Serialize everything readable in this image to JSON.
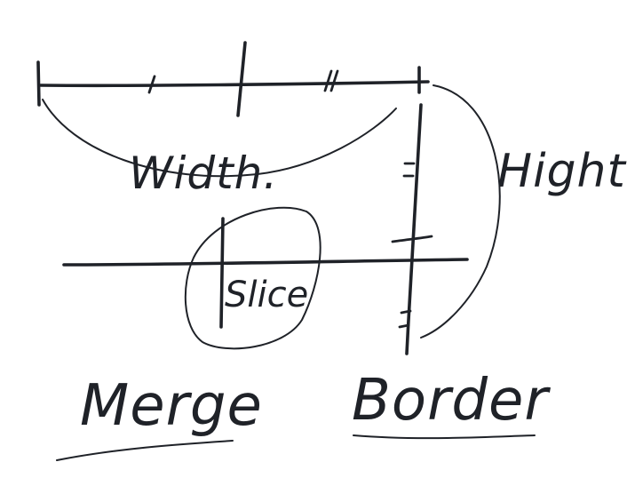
{
  "colors": {
    "ink": "#1f2228",
    "paper": "#ffffff"
  },
  "labels": {
    "width": "Width.",
    "height": "Hight.",
    "slice": "Slice",
    "merge": "Merge",
    "border": "Border"
  }
}
